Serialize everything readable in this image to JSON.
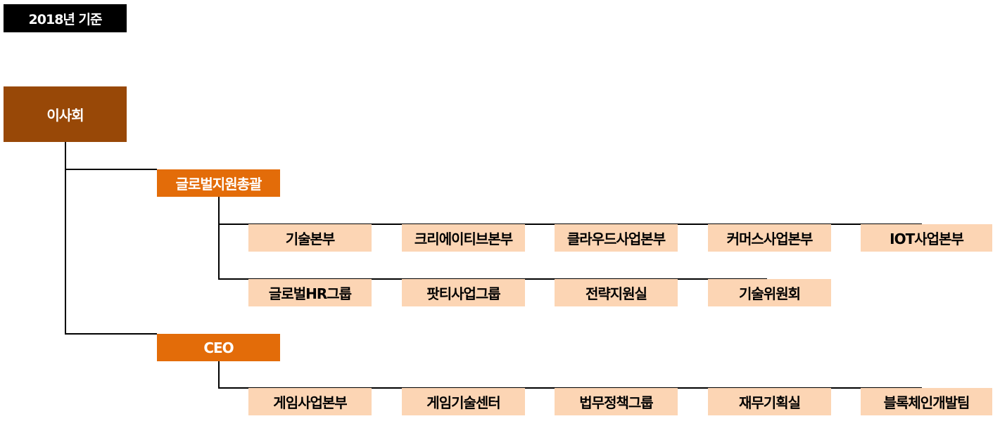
{
  "title": "2018년 기준",
  "board": "이사회",
  "global": {
    "label": "글로벌지원총괄",
    "row1": [
      "기술본부",
      "크리에이티브본부",
      "클라우드사업본부",
      "커머스사업본부",
      "IOT사업본부"
    ],
    "row2": [
      "글로벌HR그룹",
      "팟티사업그룹",
      "전략지원실",
      "기술위원회"
    ]
  },
  "ceo": {
    "label": "CEO",
    "row1": [
      "게임사업본부",
      "게임기술센터",
      "법무정책그룹",
      "재무기획실",
      "블록체인개발팀"
    ]
  },
  "colors": {
    "board": "#984807",
    "mid": "#e36c09",
    "leaf": "#fcd5b4"
  }
}
